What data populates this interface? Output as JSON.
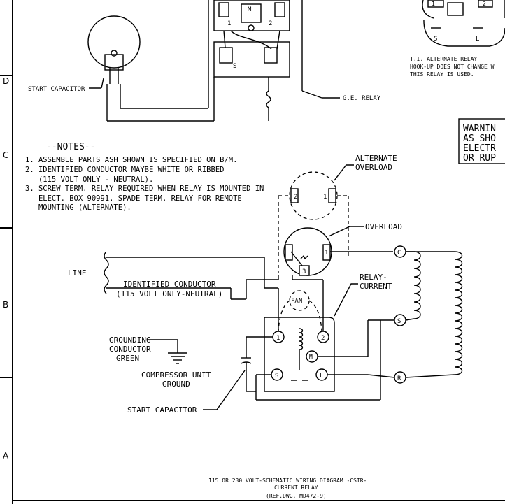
{
  "zone_letters": [
    "D",
    "C",
    "B",
    "A"
  ],
  "notes": {
    "heading": "--NOTES--",
    "lines": [
      "1. ASSEMBLE PARTS ASH SHOWN IS SPECIFIED ON B/M.",
      "2. IDENTIFIED CONDUCTOR MAYBE WHITE OR RIBBED",
      "   (115 VOLT ONLY - NEUTRAL).",
      "3. SCREW TERM. RELAY REQUIRED WHEN RELAY IS MOUNTED IN",
      "   ELECT. BOX 90991. SPADE TERM. RELAY FOR REMOTE",
      "   MOUNTING (ALTERNATE)."
    ]
  },
  "labels": {
    "start_capacitor_top": "START CAPACITOR",
    "ge_relay": "G.E. RELAY",
    "ti_relay": [
      "T.I. ALTERNATE RELAY",
      "HOOK-UP DOES NOT CHANGE W",
      "THIS RELAY IS USED."
    ],
    "warning": [
      "WARNIN",
      "AS SHO",
      "ELECTR",
      "OR RUP"
    ],
    "alternate_overload": [
      "ALTERNATE",
      "OVERLOAD"
    ],
    "overload": "OVERLOAD",
    "relay_current": [
      "RELAY-",
      "CURRENT"
    ],
    "line": "LINE",
    "identified_conductor": [
      "IDENTIFIED CONDUCTOR",
      "(115 VOLT ONLY-NEUTRAL)"
    ],
    "grounding": [
      "GROUNDING",
      "CONDUCTOR",
      "GREEN"
    ],
    "compressor_ground": [
      "COMPRESSOR UNIT",
      "GROUND"
    ],
    "start_capacitor_bottom": "START CAPACITOR",
    "fan": "FAN",
    "title": [
      "115 OR 230 VOLT-SCHEMATIC WIRING DIAGRAM -CSIR-",
      "CURRENT RELAY",
      "(REF.DWG. MD472-9)"
    ]
  },
  "terminals": {
    "compressor_c": "C",
    "compressor_s": "S",
    "compressor_r": "R",
    "relay_1": "1",
    "relay_2": "2",
    "relay_m": "M",
    "relay_s": "S",
    "relay_l": "L",
    "overload_1": "1",
    "overload_3": "3",
    "alt_overload_2": "2",
    "alt_overload_1": "1",
    "top_m": "M",
    "top_1": "1",
    "top_2": "2",
    "top_s": "S",
    "ti_s": "S",
    "ti_l": "L",
    "ti_1": "1",
    "ti_2": "2"
  }
}
